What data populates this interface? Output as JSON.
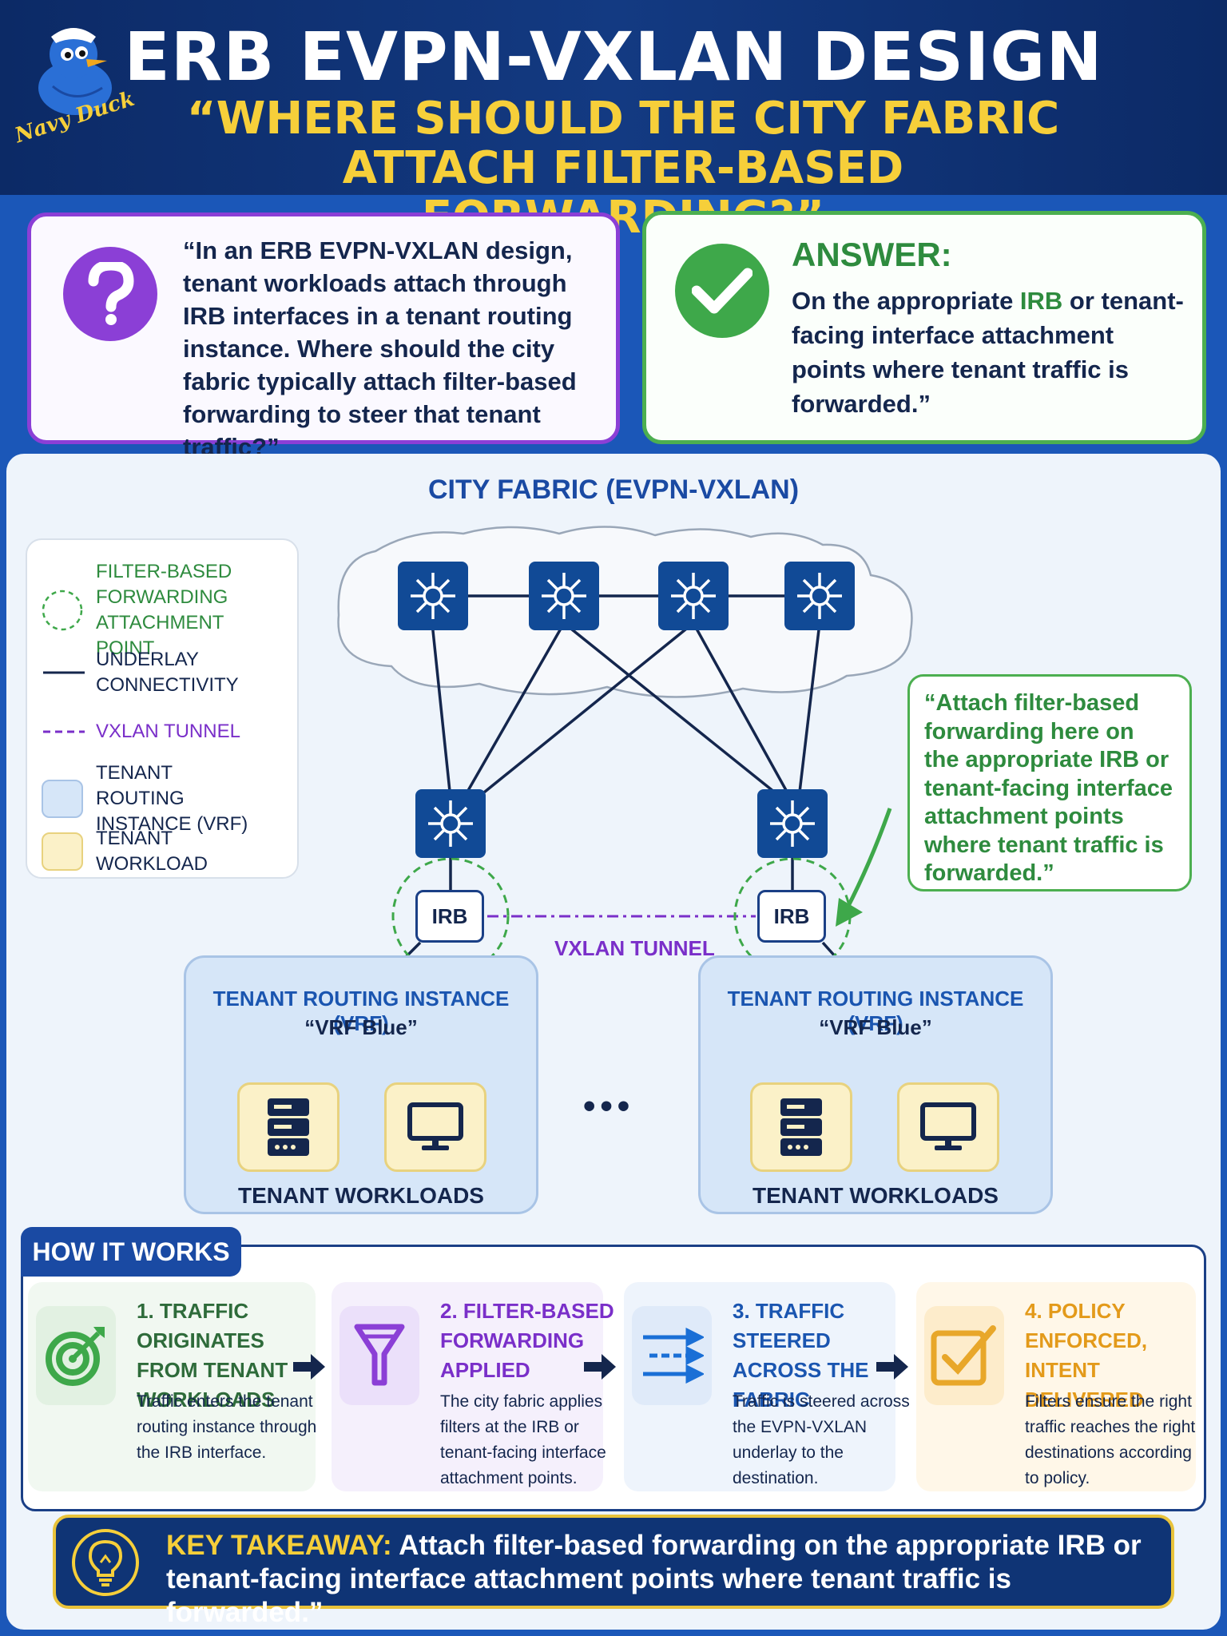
{
  "header": {
    "title": "ERB EVPN-VXLAN DESIGN",
    "subtitle_line1": "“WHERE SHOULD THE CITY FABRIC",
    "subtitle_line2": "ATTACH FILTER-BASED FORWARDING?”",
    "logo_text": "Navy Duck"
  },
  "question": {
    "text": "“In an ERB EVPN-VXLAN design, tenant workloads attach through IRB interfaces in a tenant routing instance. Where should the city fabric typically attach filter-based forwarding to steer that tenant traffic?”",
    "icon": "question-mark-icon"
  },
  "answer": {
    "heading": "ANSWER:",
    "text_before": "On the appropriate ",
    "text_highlight": "IRB",
    "text_after": " or tenant-facing interface attachment points where tenant traffic is forwarded.”",
    "icon": "check-icon"
  },
  "diagram": {
    "title": "CITY FABRIC (EVPN-VXLAN)",
    "legend": [
      {
        "label": "FILTER-BASED FORWARDING ATTACHMENT POINT",
        "color": "#2e8b3e"
      },
      {
        "label": "UNDERLAY CONNECTIVITY",
        "color": "#14264d"
      },
      {
        "label": "VXLAN TUNNEL",
        "color": "#7a2fc9"
      },
      {
        "label": "TENANT ROUTING INSTANCE (VRF)",
        "color": "#14264d"
      },
      {
        "label": "TENANT WORKLOAD",
        "color": "#14264d"
      }
    ],
    "irb_label": "IRB",
    "vxlan_label": "VXLAN TUNNEL",
    "ellipsis": "•••",
    "vrf_left": {
      "title": "TENANT ROUTING INSTANCE (VRF)",
      "name": "“VRF Blue”",
      "workloads": "TENANT WORKLOADS"
    },
    "vrf_right": {
      "title": "TENANT ROUTING INSTANCE (VRF)",
      "name": "“VRF Blue”",
      "workloads": "TENANT WORKLOADS"
    },
    "callout": "“Attach filter-based forwarding here on the appropriate IRB or tenant-facing interface attachment points where tenant traffic is forwarded.”"
  },
  "how_it_works": {
    "heading": "HOW IT WORKS",
    "steps": [
      {
        "title": "1. TRAFFIC ORIGINATES FROM TENANT WORKLOADS",
        "desc": "Traffic enters the tenant routing instance through the IRB interface.",
        "icon": "target-icon",
        "color": "#2e8b3e"
      },
      {
        "title": "2. FILTER-BASED FORWARDING APPLIED",
        "desc": "The city fabric applies filters at the IRB or tenant-facing interface attachment points.",
        "icon": "funnel-icon",
        "color": "#8b3fd6"
      },
      {
        "title": "3. TRAFFIC STEERED ACROSS THE FABRIC",
        "desc": "Traffic is steered across the EVPN-VXLAN underlay to the destination.",
        "icon": "arrows-icon",
        "color": "#1a55b0"
      },
      {
        "title": "4. POLICY ENFORCED, INTENT DELIVERED",
        "desc": "Filters ensure the right traffic reaches the right destinations according to policy.",
        "icon": "checkbox-icon",
        "color": "#e8a72a"
      }
    ]
  },
  "key_takeaway": {
    "label": "KEY TAKEAWAY:",
    "text": " Attach filter-based forwarding on the appropriate IRB or tenant-facing interface attachment points where tenant traffic is forwarded.”",
    "icon": "lightbulb-icon"
  }
}
